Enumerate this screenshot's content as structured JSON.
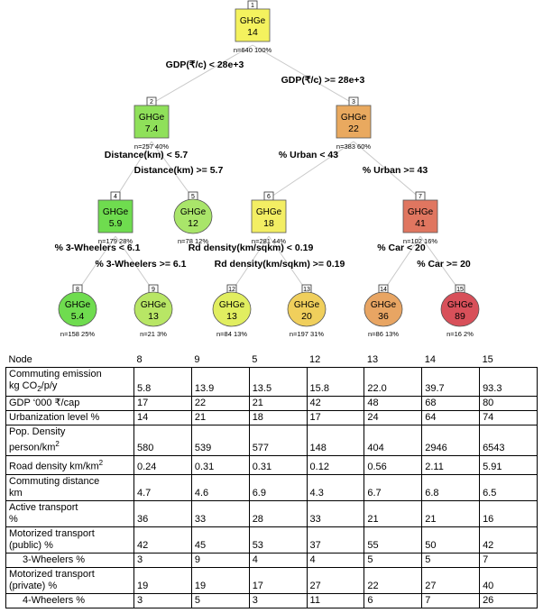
{
  "tree": {
    "nodes": [
      {
        "id": "1",
        "label": "GHGe",
        "value": "14",
        "stats": "n=640 100%",
        "shape": "rect",
        "color": "#f4f25e"
      },
      {
        "id": "2",
        "label": "GHGe",
        "value": "7.4",
        "stats": "n=257 40%",
        "shape": "rect",
        "color": "#8fe05a"
      },
      {
        "id": "3",
        "label": "GHGe",
        "value": "22",
        "stats": "n=383 60%",
        "shape": "rect",
        "color": "#e9a95f"
      },
      {
        "id": "4",
        "label": "GHGe",
        "value": "5.9",
        "stats": "n=179 28%",
        "shape": "rect",
        "color": "#6fdc4f"
      },
      {
        "id": "5",
        "label": "GHGe",
        "value": "12",
        "stats": "n=78 12%",
        "shape": "ellipse",
        "color": "#a9e56a"
      },
      {
        "id": "6",
        "label": "GHGe",
        "value": "18",
        "stats": "n=281 44%",
        "shape": "rect",
        "color": "#f3ee63"
      },
      {
        "id": "7",
        "label": "GHGe",
        "value": "41",
        "stats": "n=102 16%",
        "shape": "rect",
        "color": "#e07660"
      },
      {
        "id": "8",
        "label": "GHGe",
        "value": "5.4",
        "stats": "n=158 25%",
        "shape": "ellipse",
        "color": "#6fdc4f"
      },
      {
        "id": "9",
        "label": "GHGe",
        "value": "13",
        "stats": "n=21 3%",
        "shape": "ellipse",
        "color": "#b8e665"
      },
      {
        "id": "12",
        "label": "GHGe",
        "value": "13",
        "stats": "n=84 13%",
        "shape": "ellipse",
        "color": "#e1ee60"
      },
      {
        "id": "13",
        "label": "GHGe",
        "value": "20",
        "stats": "n=197 31%",
        "shape": "ellipse",
        "color": "#f0cf5c"
      },
      {
        "id": "14",
        "label": "GHGe",
        "value": "36",
        "stats": "n=86 13%",
        "shape": "ellipse",
        "color": "#e8a563"
      },
      {
        "id": "15",
        "label": "GHGe",
        "value": "89",
        "stats": "n=16 2%",
        "shape": "ellipse",
        "color": "#d8505a"
      }
    ],
    "splits": [
      {
        "from": "1",
        "to": "2",
        "text": "GDP(₹/c) < 28e+3"
      },
      {
        "from": "1",
        "to": "3",
        "text": "GDP(₹/c) >= 28e+3"
      },
      {
        "from": "2",
        "to": "4",
        "text": "Distance(km) < 5.7"
      },
      {
        "from": "2",
        "to": "5",
        "text": "Distance(km) >= 5.7"
      },
      {
        "from": "3",
        "to": "6",
        "text": "% Urban < 43"
      },
      {
        "from": "3",
        "to": "7",
        "text": "% Urban >= 43"
      },
      {
        "from": "4",
        "to": "8",
        "text": "% 3-Wheelers < 6.1"
      },
      {
        "from": "4",
        "to": "9",
        "text": "% 3-Wheelers >= 6.1"
      },
      {
        "from": "6",
        "to": "12",
        "text": "Rd density(km/sqkm) < 0.19"
      },
      {
        "from": "6",
        "to": "13",
        "text": "Rd density(km/sqkm) >= 0.19"
      },
      {
        "from": "7",
        "to": "14",
        "text": "% Car < 20"
      },
      {
        "from": "7",
        "to": "15",
        "text": "% Car >= 20"
      }
    ]
  },
  "table": {
    "header": {
      "label": "Node",
      "values": [
        "8",
        "9",
        "5",
        "12",
        "13",
        "14",
        "15"
      ]
    },
    "rows": [
      {
        "label_lines": [
          "Commuting emission",
          "kg CO",
          "2",
          "/p/y"
        ],
        "values": [
          "5.8",
          "13.9",
          "13.5",
          "15.8",
          "22.0",
          "39.7",
          "93.3"
        ]
      },
      {
        "label": "GDP ‘000 ₹/cap",
        "values": [
          "17",
          "22",
          "21",
          "42",
          "48",
          "68",
          "80"
        ]
      },
      {
        "label": "Urbanization level %",
        "values": [
          "14",
          "21",
          "18",
          "17",
          "24",
          "64",
          "74"
        ]
      },
      {
        "label_lines": [
          "Pop. Density",
          "person/km",
          "2"
        ],
        "values": [
          "580",
          "539",
          "577",
          "148",
          "404",
          "2946",
          "6543"
        ]
      },
      {
        "label_lines": [
          "Road density  km/km",
          "2"
        ],
        "values": [
          "0.24",
          "0.31",
          "0.31",
          "0.12",
          "0.56",
          "2.11",
          "5.91"
        ]
      },
      {
        "label_lines": [
          "Commuting distance",
          "km"
        ],
        "values": [
          "4.7",
          "4.6",
          "6.9",
          "4.3",
          "6.7",
          "6.8",
          "6.5"
        ]
      },
      {
        "label_lines": [
          "Active transport",
          " %"
        ],
        "values": [
          "36",
          "33",
          "28",
          "33",
          "21",
          "21",
          "16"
        ]
      },
      {
        "label_lines": [
          "Motorized transport",
          "(public) %"
        ],
        "values": [
          "42",
          "45",
          "53",
          "37",
          "55",
          "50",
          "42"
        ]
      },
      {
        "label": "3-Wheelers %",
        "indent": true,
        "values": [
          "3",
          "9",
          "4",
          "4",
          "5",
          "5",
          "7"
        ]
      },
      {
        "label_lines": [
          "Motorized transport",
          "(private) %"
        ],
        "values": [
          "19",
          "19",
          "17",
          "27",
          "22",
          "27",
          "40"
        ]
      },
      {
        "label": "4-Wheelers %",
        "indent": true,
        "values": [
          "3",
          "5",
          "3",
          "11",
          "6",
          "7",
          "26"
        ]
      }
    ]
  }
}
